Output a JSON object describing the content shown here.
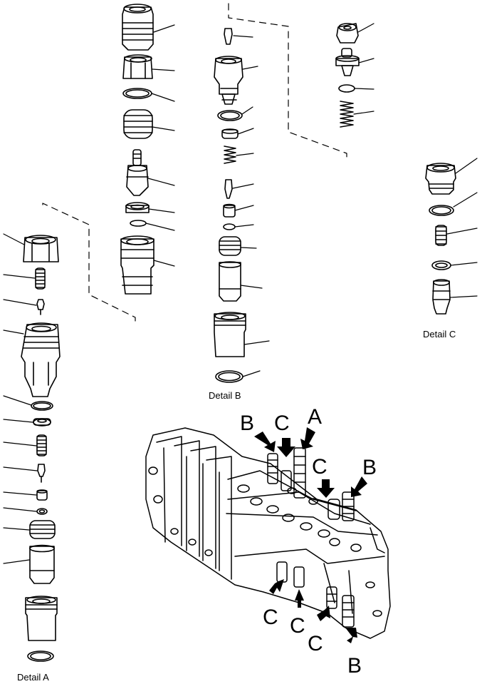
{
  "captions": {
    "detail_a": "Detail A",
    "detail_b": "Detail B",
    "detail_c": "Detail C"
  },
  "callouts": {
    "a": "A",
    "b": "B",
    "c": "C"
  }
}
